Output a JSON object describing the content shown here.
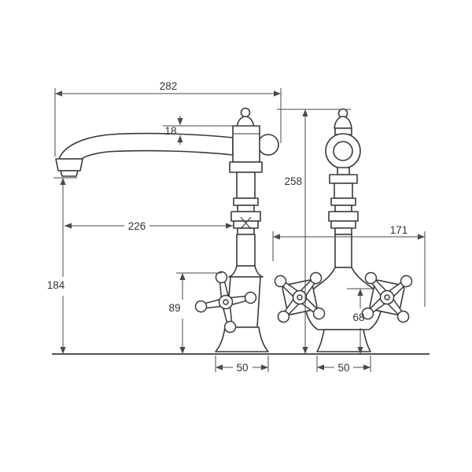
{
  "drawing": {
    "type": "faucet-technical-dimension-drawing",
    "line_color": "#3a3a3a",
    "dim_color": "#4a4a4a",
    "dims": {
      "spout_reach": "282",
      "spout_tube": "18",
      "overall_height": "258",
      "spout_projection": "226",
      "handle_span_width": "171",
      "spout_clearance_height": "184",
      "handle_top_height": "89",
      "handle_center_height": "68",
      "base_width_left": "50",
      "base_width_right": "50"
    }
  }
}
